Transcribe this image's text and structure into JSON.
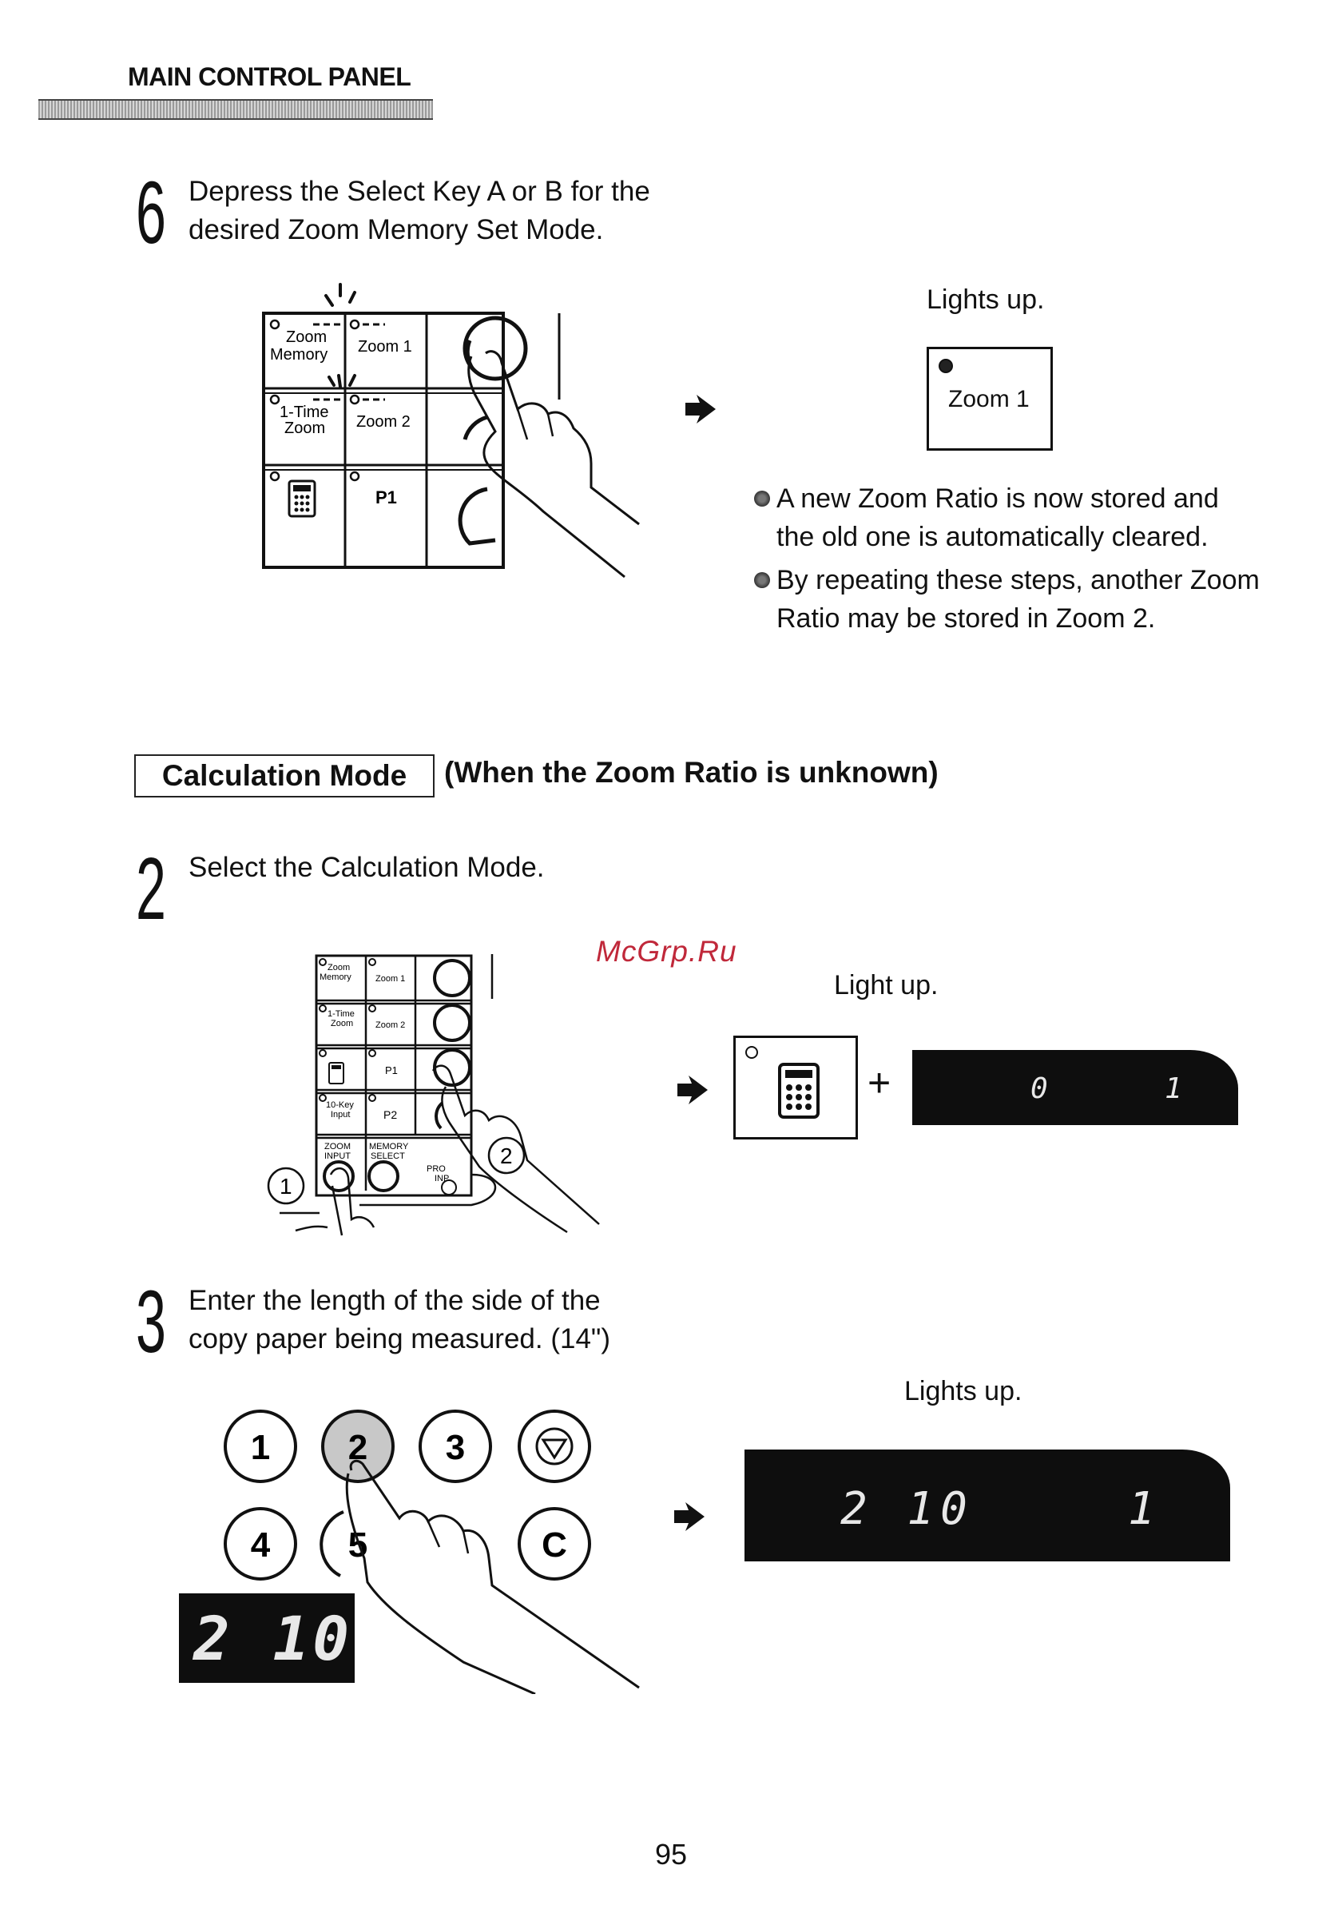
{
  "header": {
    "title": "MAIN CONTROL PANEL"
  },
  "step6": {
    "number": "6",
    "line1": "Depress the Select Key A or B for the",
    "line2": "desired Zoom Memory Set Mode.",
    "lights_up": "Lights up.",
    "indicator_label": "Zoom 1",
    "panel": {
      "zoom_memory_1": "Zoom",
      "zoom_memory_2": "Memory",
      "zoom1": "Zoom  1",
      "onetime_1": "1-Time",
      "onetime_2": "Zoom",
      "zoom2": "Zoom  2",
      "p1": "P1"
    },
    "notes": [
      "A new Zoom Ratio is now stored and the old one is automatically cleared.",
      "By repeating these steps, another Zoom Ratio may be stored in Zoom 2."
    ]
  },
  "calc": {
    "mode_label": "Calculation Mode",
    "subtitle": "(When the Zoom Ratio is unknown)"
  },
  "step2": {
    "number": "2",
    "text": "Select the Calculation Mode.",
    "lights_up": "Light up.",
    "plus": "+",
    "display_left": "0",
    "display_right": "1",
    "panel": {
      "zm1": "Zoom",
      "zm2": "Memory",
      "z1": "Zoom 1",
      "ot1": "1-Time",
      "ot2": "Zoom",
      "z2": "Zoom 2",
      "p1": "P1",
      "tk1": "10-Key",
      "tk2": "Input",
      "p2": "P2",
      "zi1": "ZOOM",
      "zi2": "INPUT",
      "ms1": "MEMORY",
      "ms2": "SELECT",
      "pi1": "PRO",
      "pi2": "INP",
      "callout1": "1",
      "callout2": "2"
    }
  },
  "watermark": "McGrp.Ru",
  "step3": {
    "number": "3",
    "line1": "Enter the length of the side of the",
    "line2": "copy paper being measured. (14\")",
    "lights_up": "Lights up.",
    "keys": [
      "1",
      "2",
      "3",
      "4",
      "5",
      "C"
    ],
    "small_display": "2 10",
    "display_left": "2 10",
    "display_right": "1"
  },
  "footer": {
    "page_number": "95"
  }
}
